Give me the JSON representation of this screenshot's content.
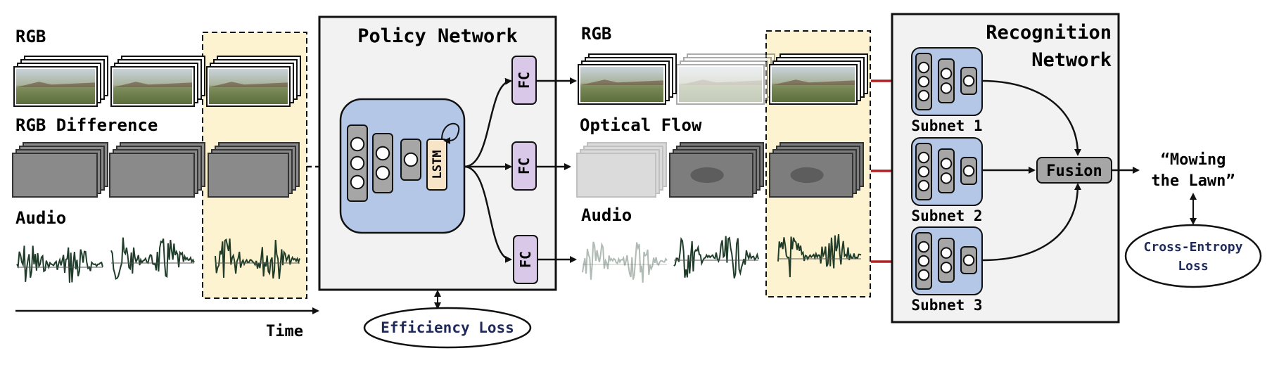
{
  "left": {
    "rgb_label": "RGB",
    "rgb_diff_label": "RGB Difference",
    "audio_label": "Audio",
    "time_label": "Time"
  },
  "policy": {
    "title": "Policy Network",
    "lstm_label": "LSTM",
    "fc_label": "FC",
    "efficiency_loss": "Efficiency Loss"
  },
  "middle": {
    "rgb_label": "RGB",
    "optical_flow_label": "Optical Flow",
    "audio_label": "Audio"
  },
  "recognition": {
    "title_line1": "Recognition",
    "title_line2": "Network",
    "subnets": [
      "Subnet 1",
      "Subnet 2",
      "Subnet 3"
    ],
    "fusion_label": "Fusion"
  },
  "output": {
    "prediction_line1": "“Mowing",
    "prediction_line2": "the Lawn”",
    "loss_line1": "Cross-Entropy",
    "loss_line2": "Loss"
  },
  "colors": {
    "policy_bg": "#f2f2f2",
    "inner_box": "#b4c7e7",
    "fc_box": "#d9c8e8",
    "lstm_box": "#f8e5c8",
    "highlight": "#fdf3d0",
    "red_arrow": "#b22222",
    "waveform": "#1f3d2a",
    "loss_text": "#1f2a5a",
    "fusion_box": "#a6a6a6"
  }
}
